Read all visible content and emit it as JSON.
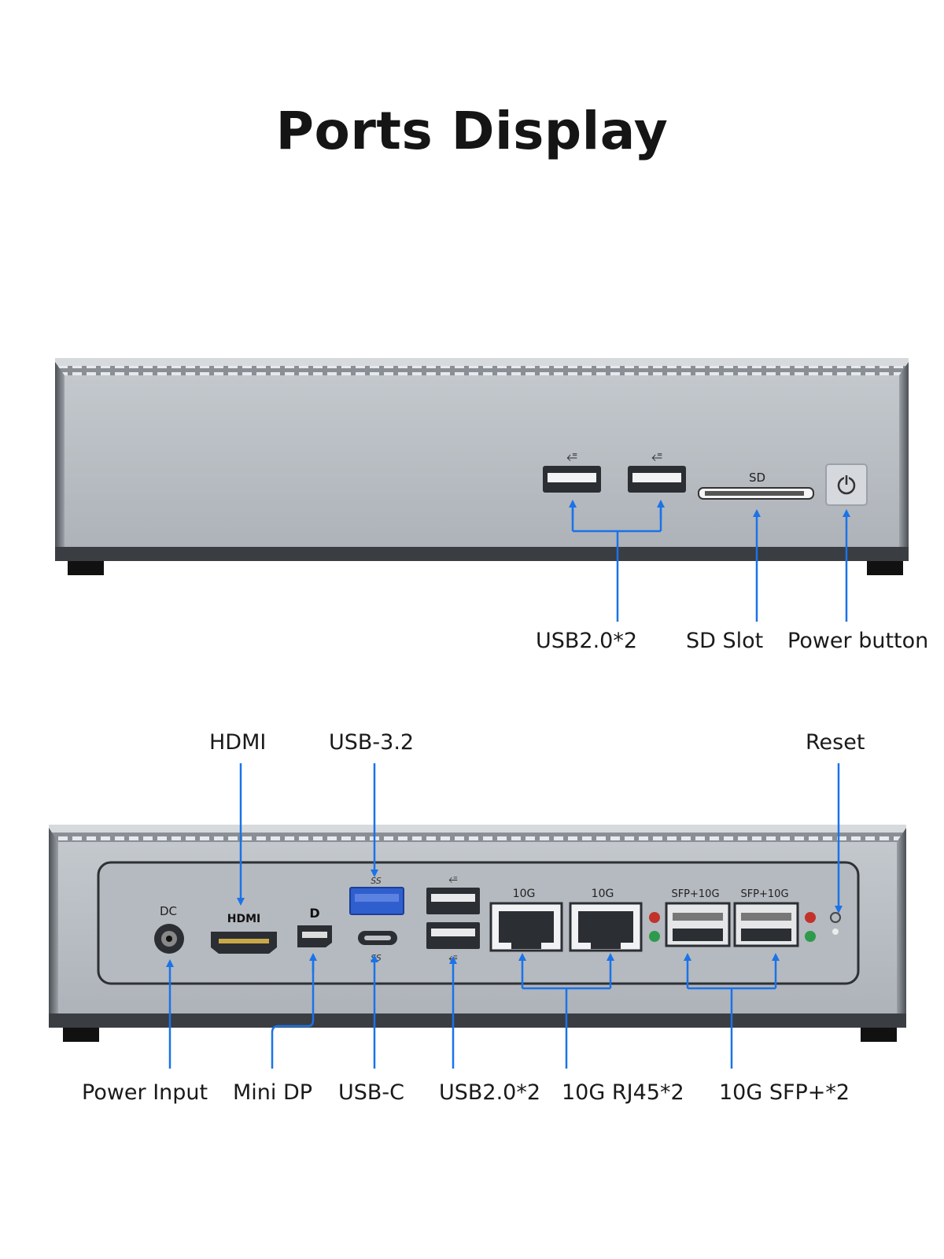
{
  "page": {
    "title": "Ports Display"
  },
  "front_panel": {
    "labels": {
      "usb2": "USB2.0*2",
      "sd_slot": "SD Slot",
      "power_button": "Power button"
    },
    "printed": {
      "sd": "SD"
    }
  },
  "rear_panel": {
    "labels": {
      "hdmi": "HDMI",
      "usb32": "USB-3.2",
      "reset": "Reset",
      "power_input": "Power Input",
      "mini_dp": "Mini DP",
      "usb_c": "USB-C",
      "usb2": "USB2.0*2",
      "rj45": "10G RJ45*2",
      "sfp": "10G SFP+*2"
    },
    "printed": {
      "dc": "DC",
      "hdmi_logo": "HDMI",
      "ss_top": "SS",
      "ss_bottom": "SS",
      "rj45_left": "10G",
      "rj45_right": "10G",
      "sfp_left": "SFP+10G",
      "sfp_right": "SFP+10G"
    }
  },
  "colors": {
    "accent": "#1a73e8",
    "chassis": "#b9bec4",
    "port_blue": "#2f5fcf"
  }
}
